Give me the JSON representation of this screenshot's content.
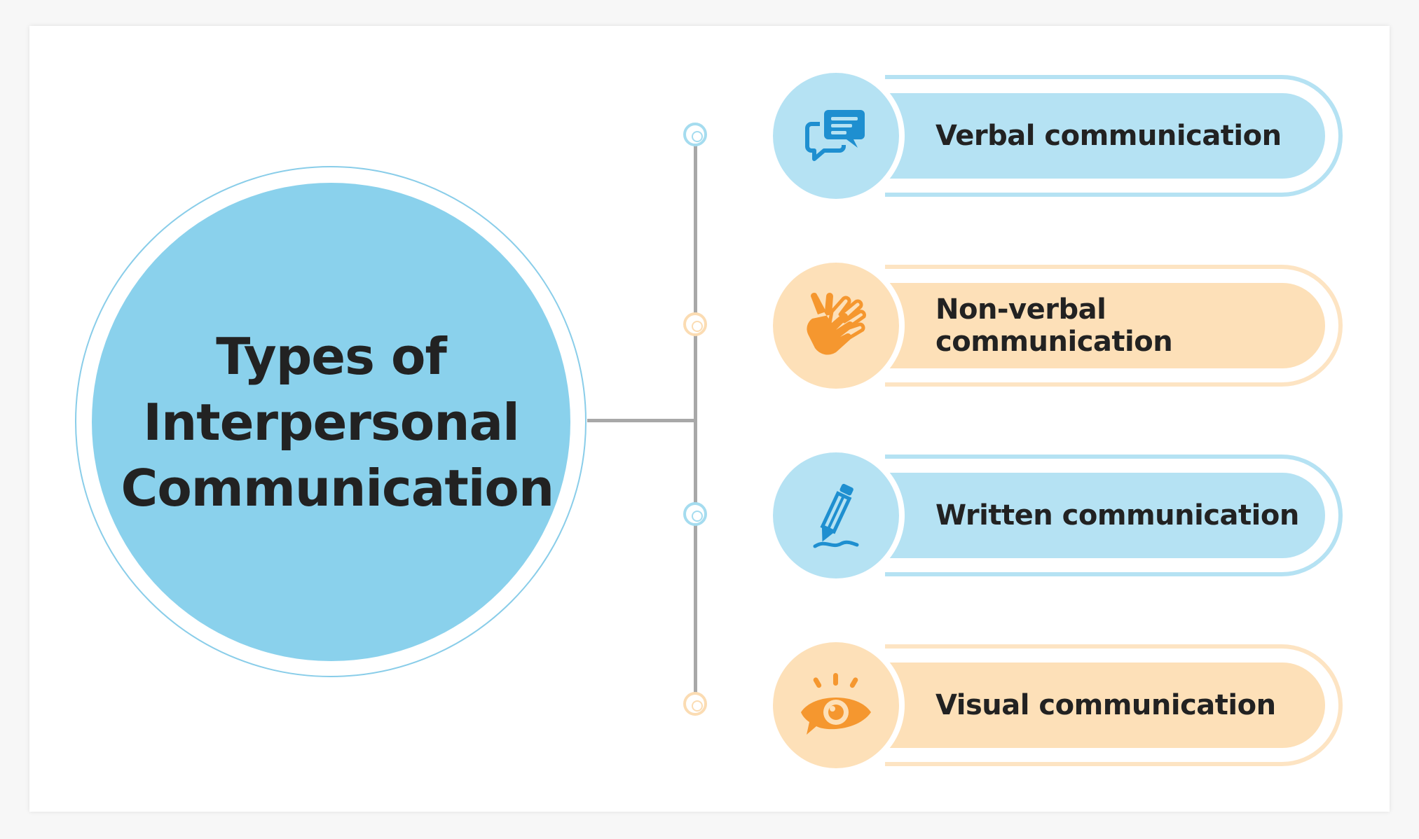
{
  "title": "Types of Interpersonal Communication",
  "title_lines": [
    "Types of",
    "Interpersonal",
    "Communication"
  ],
  "items": [
    {
      "label": "Verbal communication",
      "icon": "chat-bubbles-icon",
      "color": "#b5e2f3",
      "icon_color": "#1e8fd0"
    },
    {
      "label": "Non-verbal communication",
      "icon": "sign-language-hands-icon",
      "color": "#fde0b8",
      "icon_color": "#f5972f"
    },
    {
      "label": "Written communication",
      "icon": "pen-writing-icon",
      "color": "#b5e2f3",
      "icon_color": "#1e8fd0"
    },
    {
      "label": "Visual communication",
      "icon": "eye-icon",
      "color": "#fde0b8",
      "icon_color": "#f5972f"
    }
  ],
  "colors": {
    "hub": "#8ad1ec",
    "hub_ring": "#89cde9",
    "connector": "#a8a8a8",
    "text": "#222222"
  }
}
